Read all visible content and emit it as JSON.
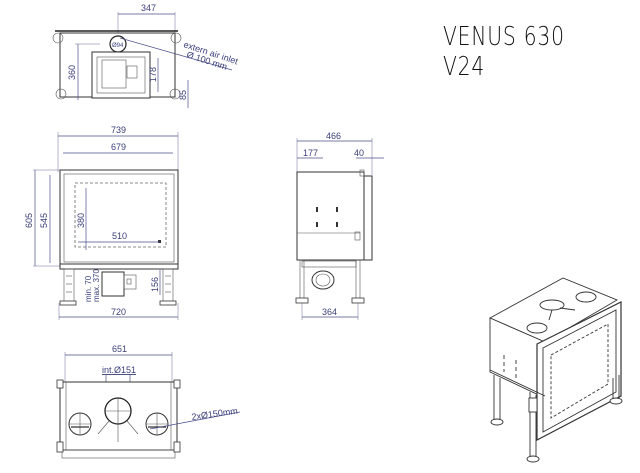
{
  "title": "VENUS 630 V24",
  "top_view": {
    "dim_width": "347",
    "dim_depth": "360",
    "dim_inner": "178",
    "dim_offset": "85",
    "center_label": "Ø94",
    "annotation_line1": "extern air inlet",
    "annotation_line2": "Ø 100  mm"
  },
  "front_view": {
    "dim_outer_width": "739",
    "dim_inner_width": "679",
    "dim_total_height": "605",
    "dim_body_height": "545",
    "dim_glass_height": "380",
    "dim_glass_width": "510",
    "dim_leg_min": "min. 70",
    "dim_leg_max": "max. 370",
    "dim_box_height": "156",
    "dim_base_width": "720"
  },
  "side_view": {
    "dim_depth": "466",
    "dim_front_offset": "177",
    "dim_frame": "40",
    "dim_leg_spacing": "364"
  },
  "bottom_view": {
    "dim_width": "651",
    "center_label": "int.Ø151",
    "side_label": "2xØ150mm"
  },
  "colors": {
    "dimension": "#3a3f7a",
    "outline": "#333333",
    "background": "#ffffff"
  }
}
